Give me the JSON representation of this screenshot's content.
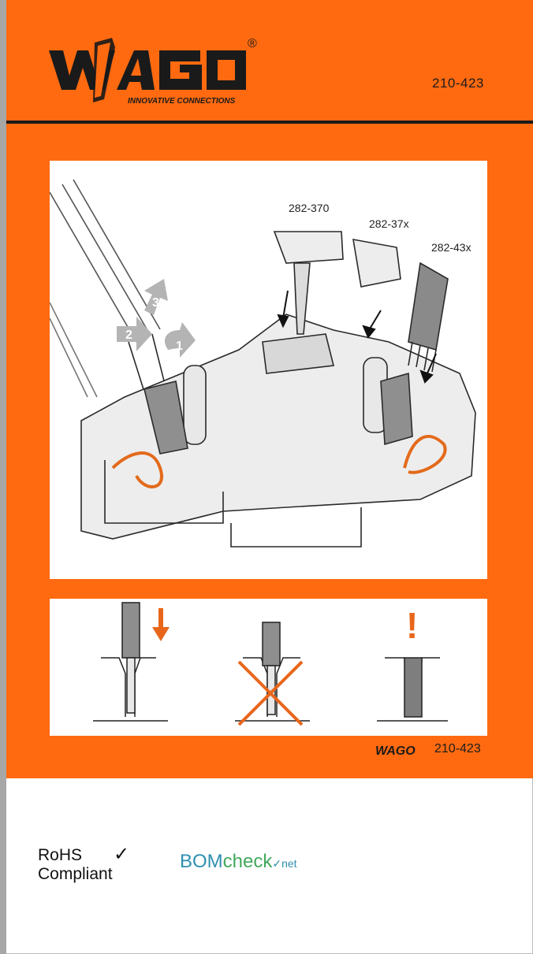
{
  "brand": {
    "name": "WAGO",
    "registered": "®",
    "tagline": "INNOVATIVE CONNECTIONS"
  },
  "header": {
    "part_number": "210-423"
  },
  "diagram": {
    "labels": [
      "282-370",
      "282-37x",
      "282-43x"
    ],
    "steps": [
      "1",
      "2",
      "3"
    ]
  },
  "warning": {
    "mark": "!"
  },
  "footer": {
    "brand": "WAGO",
    "part_number": "210-423"
  },
  "compliance": {
    "rohs_line1": "RoHS",
    "rohs_line2": "Compliant",
    "check": "✓",
    "bom_part1": "BOM",
    "bom_part2": "check",
    "bom_part3": "✓net"
  },
  "colors": {
    "orange": "#ff6a10",
    "dark": "#1a1a1a"
  }
}
